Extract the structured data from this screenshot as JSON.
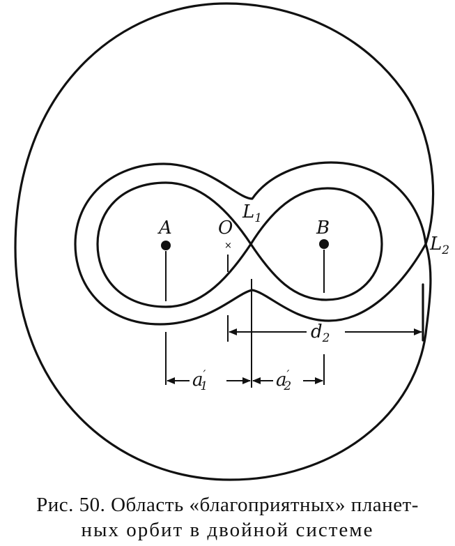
{
  "labels": {
    "A": "A",
    "O": "O",
    "B": "B",
    "L1": {
      "main": "L",
      "sub": "1"
    },
    "L2": {
      "main": "L",
      "sub": "2"
    },
    "d2": {
      "main": "d",
      "sub": "2"
    },
    "a1": {
      "main": "a",
      "prime": "′",
      "sub": "1"
    },
    "a2": {
      "main": "a",
      "prime": "′",
      "sub": "2"
    }
  },
  "caption": {
    "line1": "Рис. 50. Область «благоприятных» планет-",
    "line2": "ных орбит в двойной системе"
  }
}
